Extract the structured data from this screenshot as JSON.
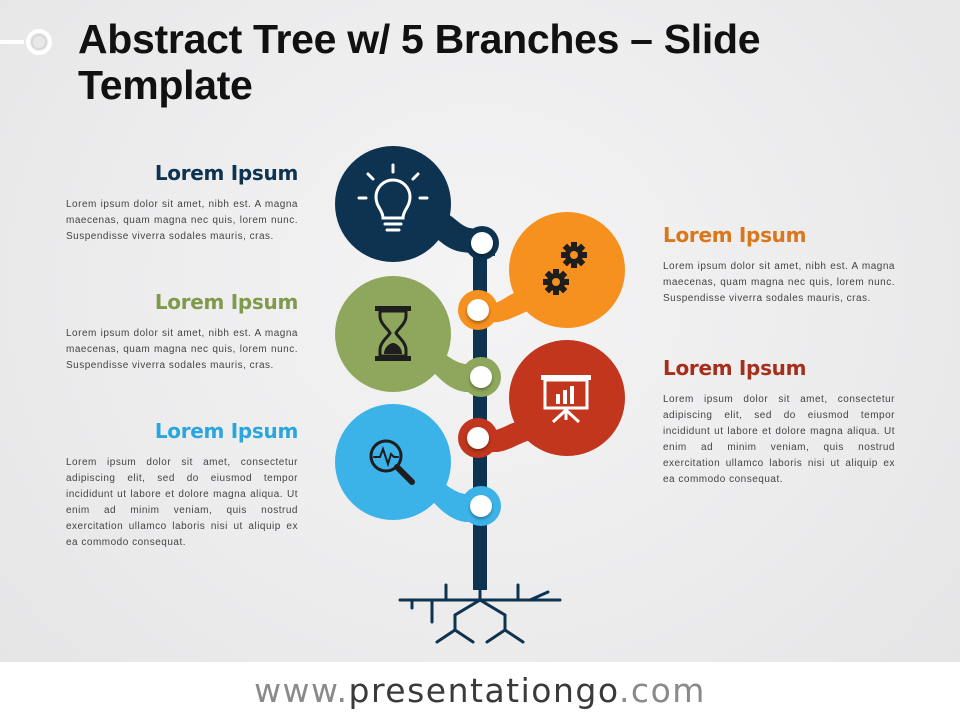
{
  "title": "Abstract Tree w/ 5 Branches – Slide Template",
  "colors": {
    "navy": "#0d3350",
    "orange": "#f6901e",
    "olive": "#8ea75c",
    "red": "#c1361d",
    "sky": "#3cb3e8"
  },
  "blocks": [
    {
      "heading": "Lorem Ipsum",
      "color": "#0d3350",
      "icon": "lightbulb-icon",
      "text": "Lorem ipsum dolor sit amet, nibh est. A magna maecenas, quam magna nec quis, lorem nunc. Suspendisse viverra sodales mauris, cras."
    },
    {
      "heading": "Lorem Ipsum",
      "color": "#8ea75c",
      "icon": "hourglass-icon",
      "text": "Lorem ipsum dolor sit amet, nibh est. A magna maecenas, quam magna nec quis, lorem nunc. Suspendisse viverra sodales mauris, cras."
    },
    {
      "heading": "Lorem Ipsum",
      "color": "#3cb3e8",
      "icon": "magnifier-pulse-icon",
      "text": "Lorem ipsum dolor sit amet, consectetur adipiscing elit, sed do eiusmod tempor incididunt ut labore et dolore magna aliqua. Ut enim ad minim veniam, quis nostrud exercitation ullamco laboris nisi ut aliquip ex ea commodo consequat."
    },
    {
      "heading": "Lorem Ipsum",
      "color": "#d9771a",
      "icon": "gears-icon",
      "text": "Lorem ipsum dolor sit amet, nibh est. A magna maecenas, quam magna nec quis, lorem nunc. Suspendisse viverra sodales mauris, cras."
    },
    {
      "heading": "Lorem Ipsum",
      "color": "#a82e1c",
      "icon": "presentation-chart-icon",
      "text": "Lorem ipsum dolor sit amet, consectetur adipiscing elit, sed do eiusmod tempor incididunt ut labore et dolore magna aliqua. Ut enim ad minim veniam, quis nostrud exercitation ullamco laboris nisi ut aliquip ex ea commodo consequat."
    }
  ],
  "footer": {
    "prefix": "www.",
    "brand": "presentationgo",
    "suffix": ".com"
  }
}
